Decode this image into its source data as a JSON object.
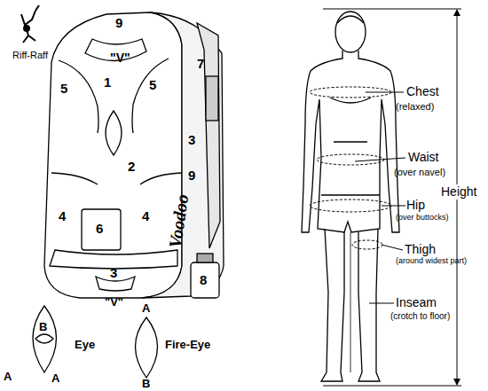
{
  "diagram": {
    "labels": [
      "Riff-Raff",
      "9",
      "\"V\"",
      "1",
      "5",
      "5",
      "2",
      "7",
      "3",
      "9",
      "Voodoo",
      "4",
      "6",
      "4",
      "3",
      "8",
      "\"V\"",
      "B",
      "A",
      "A",
      "Eye",
      "A",
      "B",
      "Fire-Eye",
      "Chest",
      "(relaxed)",
      "Waist",
      "(over navel)",
      "Height",
      "Hip",
      "(over buttocks)",
      "Thigh",
      "(around widest part)",
      "Inseam",
      "(crotch to floor)"
    ]
  }
}
